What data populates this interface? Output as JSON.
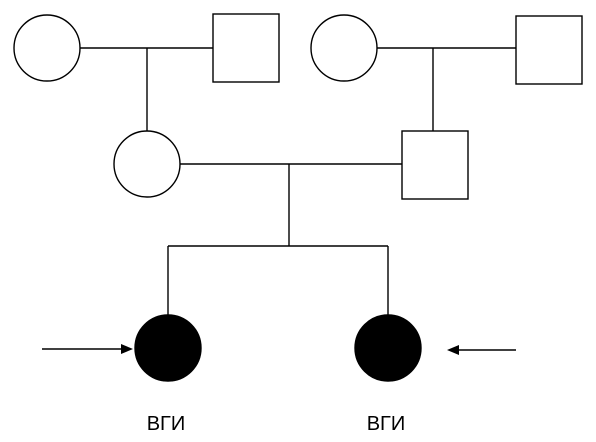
{
  "diagram": {
    "type": "pedigree",
    "colors": {
      "line": "#000000",
      "affected_fill": "#000000",
      "unaffected_fill": "#ffffff"
    },
    "generations": [
      {
        "generation": 1,
        "families": [
          {
            "members": [
              {
                "sex": "female",
                "affected": false
              },
              {
                "sex": "male",
                "affected": false
              }
            ]
          },
          {
            "members": [
              {
                "sex": "female",
                "affected": false
              },
              {
                "sex": "male",
                "affected": false
              }
            ]
          }
        ]
      },
      {
        "generation": 2,
        "members": [
          {
            "sex": "female",
            "affected": false
          },
          {
            "sex": "male",
            "affected": false
          }
        ]
      },
      {
        "generation": 3,
        "members": [
          {
            "sex": "female",
            "affected": true,
            "proband": true,
            "label": "ВГИ"
          },
          {
            "sex": "female",
            "affected": true,
            "proband": true,
            "label": "ВГИ"
          }
        ]
      }
    ],
    "arrows": [
      "proband-arrow",
      "proband-arrow"
    ]
  }
}
